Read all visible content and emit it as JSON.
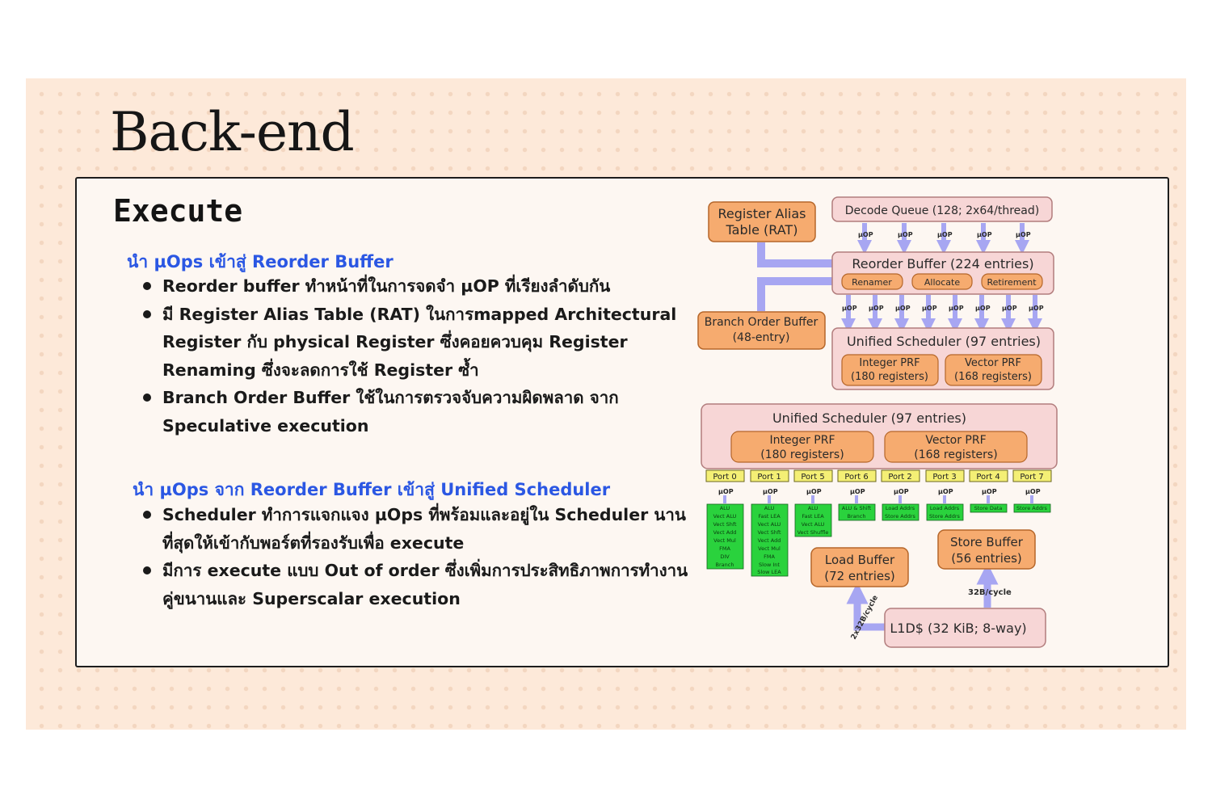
{
  "page_title": "Back-end",
  "section_heading": "Execute",
  "sub1": "นำ µOps เข้าสู่ Reorder Buffer",
  "bullets1": [
    "Reorder buffer ทำหน้าที่ในการจดจำ µOP ที่เรียงลำดับกัน",
    "มี Register Alias Table (RAT) ในการmapped Architectural Register กับ physical Register ซึ่งคอยควบคุม Register Renaming ซึ่งจะลดการใช้ Register ซ้ำ",
    "Branch Order Buffer ใช้ในการตรวจจับความผิดพลาด จาก Speculative execution"
  ],
  "sub2": "นำ µOps จาก Reorder Buffer เข้าสู่ Unified Scheduler",
  "bullets2": [
    "Scheduler ทำการแจกแจง µOps ที่พร้อมและอยู่ใน Scheduler นานที่สุดให้เข้ากับพอร์ตที่รองรับเพื่อ execute",
    "มีการ execute แบบ Out of order ซึ่งเพิ่มการประสิทธิภาพการทำงานคู่ขนานและ Superscalar execution"
  ],
  "diagram": {
    "rat": [
      "Register Alias",
      "Table (RAT)"
    ],
    "decode_queue": "Decode Queue (128; 2x64/thread)",
    "uop": "µOP",
    "rob": "Reorder Buffer (224 entries)",
    "rob_parts": [
      "Renamer",
      "Allocate",
      "Retirement"
    ],
    "bob": [
      "Branch Order Buffer",
      "(48-entry)"
    ],
    "us_top": "Unified Scheduler (97 entries)",
    "int_prf": [
      "Integer PRF",
      "(180 registers)"
    ],
    "vec_prf": [
      "Vector PRF",
      "(168 registers)"
    ],
    "us_main": "Unified Scheduler (97 entries)",
    "ports": [
      "Port 0",
      "Port 1",
      "Port 5",
      "Port 6",
      "Port 2",
      "Port 3",
      "Port 4",
      "Port 7"
    ],
    "port_units": [
      [
        "ALU",
        "Vect ALU",
        "Vect Shft",
        "Vect Add",
        "Vect Mul",
        "FMA",
        "DIV",
        "Branch"
      ],
      [
        "ALU",
        "Fast LEA",
        "Vect ALU",
        "Vect Shft",
        "Vect Add",
        "Vect Mul",
        "FMA",
        "Slow Int",
        "Slow LEA"
      ],
      [
        "ALU",
        "Fast LEA",
        "Vect ALU",
        "Vect Shuffle"
      ],
      [
        "ALU & Shift",
        "Branch"
      ],
      [
        "Load Addrs",
        "Store Addrs"
      ],
      [
        "Load Addrs",
        "Store Addrs"
      ],
      [
        "Store Data"
      ],
      [
        "Store Addrs"
      ]
    ],
    "load_buffer": [
      "Load Buffer",
      "(72 entries)"
    ],
    "store_buffer": [
      "Store Buffer",
      "(56 entries)"
    ],
    "l1d": "L1D$ (32 KiB; 8-way)",
    "bw_load": "2x32B/cycle",
    "bw_store": "32B/cycle"
  },
  "colors": {
    "orange": "#f6ab6f",
    "orange_border": "#b5662a",
    "pink": "#f7d6d6",
    "pink_border": "#b27d7d",
    "arrow": "#a7a6f2",
    "port_yellow": "#f4ef75",
    "unit_green": "#2ad23d",
    "subheading_blue": "#2b57e3"
  }
}
